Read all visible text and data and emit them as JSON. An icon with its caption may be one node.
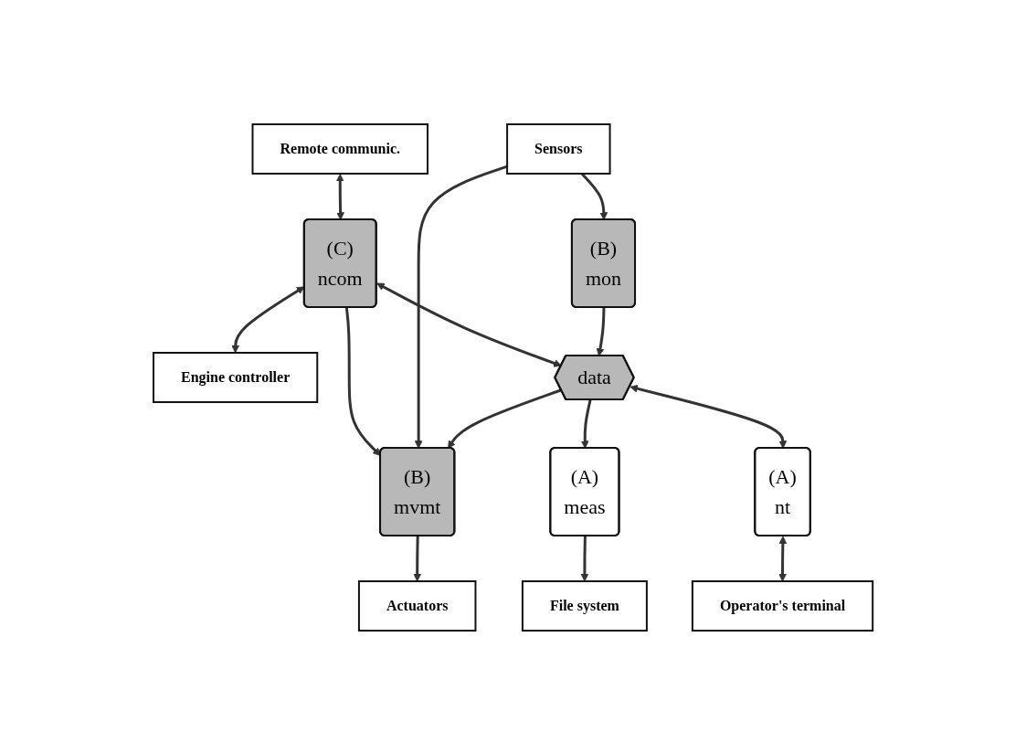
{
  "diagram": {
    "nodes": [
      {
        "text": [
          "Remote communic."
        ]
      },
      {
        "text": [
          "(C)",
          "ncom"
        ]
      },
      {
        "text": [
          "Engine controller"
        ]
      },
      {
        "text": [
          "(B)",
          "mon"
        ]
      },
      {
        "text": [
          "Sensors"
        ]
      },
      {
        "text": [
          "data"
        ]
      },
      {
        "text": [
          "(B)",
          "mvmt"
        ]
      },
      {
        "text": [
          "Actuators"
        ]
      },
      {
        "text": [
          "(A)",
          "meas"
        ]
      },
      {
        "text": [
          "(A)",
          "nt"
        ]
      },
      {
        "text": [
          "File system"
        ]
      },
      {
        "text": [
          "Operator's terminal"
        ]
      }
    ],
    "edges": [
      {
        "from": 0,
        "to": 1,
        "arrow": "both"
      },
      {
        "from": 1,
        "to": 2,
        "arrow": "both"
      },
      {
        "from": 1,
        "to": 5,
        "arrow": "both"
      },
      {
        "from": 1,
        "to": 6,
        "arrow": "to"
      },
      {
        "from": 4,
        "to": 3,
        "arrow": "to"
      },
      {
        "from": 3,
        "to": 5,
        "arrow": "to"
      },
      {
        "from": 4,
        "to": 6,
        "arrow": "to"
      },
      {
        "from": 5,
        "to": 6,
        "arrow": "to"
      },
      {
        "from": 5,
        "to": 8,
        "arrow": "to"
      },
      {
        "from": 5,
        "to": 9,
        "arrow": "both"
      },
      {
        "from": 6,
        "to": 7,
        "arrow": "to"
      },
      {
        "from": 8,
        "to": 10,
        "arrow": "to"
      },
      {
        "from": 9,
        "to": 11,
        "arrow": "both"
      }
    ]
  }
}
